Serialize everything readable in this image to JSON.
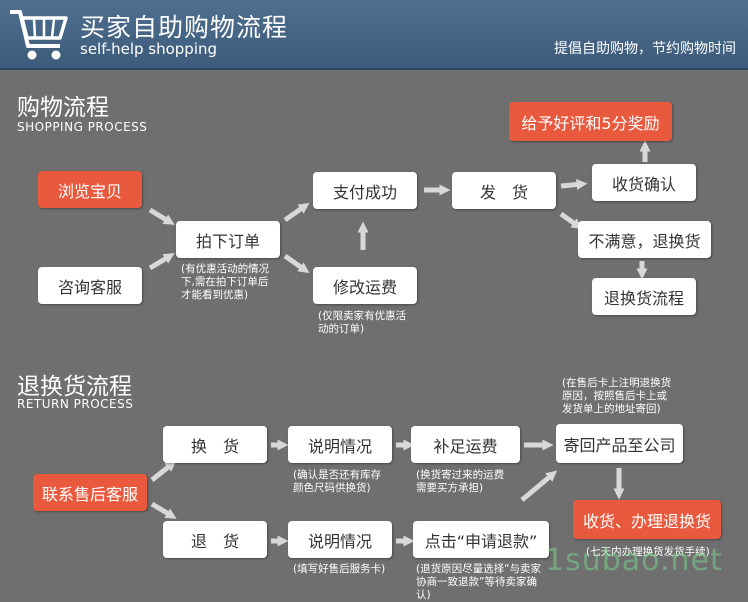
{
  "header": {
    "title": "买家自助购物流程",
    "subtitle": "self-help shopping",
    "slogan": "提倡自助购物，节约购物时间"
  },
  "shopping": {
    "title": "购物流程",
    "subtitle": "SHOPPING PROCESS",
    "browse": "浏览宝贝",
    "consult": "咨询客服",
    "order": "拍下订单",
    "order_note": [
      "(有优惠活动的情况",
      "下,需在拍下订单后",
      "才能看到优惠)"
    ],
    "pay": "支付成功",
    "modify": "修改运费",
    "modify_note": [
      "(仅限卖家有优惠活",
      "动的订单)"
    ],
    "ship": "发　货",
    "confirm": "收货确认",
    "review": "给予好评和5分奖励",
    "unsatisfied": "不满意，退换货",
    "return_flow": "退换货流程"
  },
  "returns": {
    "title": "退换货流程",
    "subtitle": "RETURN PROCESS",
    "contact": "联系售后客服",
    "exchange": "换　货",
    "refund": "退　货",
    "explain1": "说明情况",
    "explain1_note": [
      "(确认是否还有库存",
      "颜色尺码供换货)"
    ],
    "explain2": "说明情况",
    "explain2_note": [
      "(填写好售后服务卡)"
    ],
    "shipping_fee": "补足运费",
    "shipping_fee_note": [
      "(换货寄过来的运费",
      "需要买方承担)"
    ],
    "apply": "点击“申请退款”",
    "apply_note": [
      "(退货原因尽量选择“与卖家",
      "协商一致退款”等待卖家确",
      "认)"
    ],
    "send_back": "寄回产品至公司",
    "send_back_note": [
      "(在售后卡上注明退换货",
      "原因，按照售后卡上或",
      "发货单上的地址寄回)"
    ],
    "receive": "收货、办理退换货",
    "receive_note": [
      "(七天内办理换货发货手续)"
    ]
  },
  "watermark": "1subao.net",
  "colors": {
    "header": "#4a6a8b",
    "background": "#6f6f6f",
    "accent": "#e9593d",
    "arrow": "#d8d8d8"
  }
}
